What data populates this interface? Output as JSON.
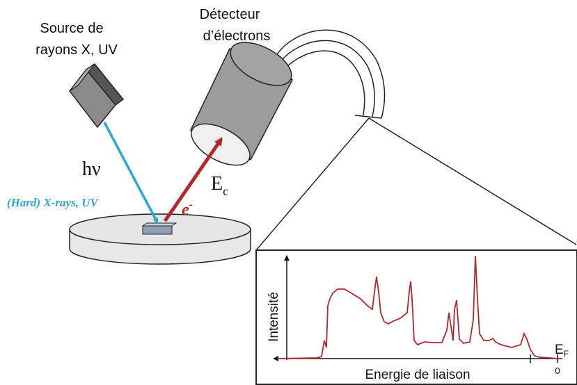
{
  "labels": {
    "source_line1": "Source de",
    "source_line2": "rayons X, UV",
    "detector_line1": "Détecteur",
    "detector_line2": "d’électrons",
    "photon": "hν",
    "photon_kind": "(Hard) X-rays, UV",
    "electron": "e",
    "electron_sup": "-",
    "kinetic_energy": "E",
    "kinetic_energy_sub": "c"
  },
  "spectrum": {
    "ylabel": "Intensité",
    "xlabel": "Energie de liaison",
    "fermi_label": "E",
    "fermi_sub": "F",
    "fermi_value": "0"
  },
  "colors": {
    "photon_beam": "#2aa8dc",
    "electron_beam": "#b3262a",
    "spectrum_line": "#b3262a",
    "photon_text": "#2aa8dc",
    "electron_text": "#b3262a"
  }
}
